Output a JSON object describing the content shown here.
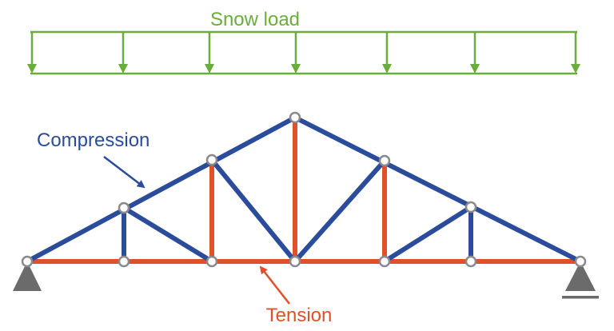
{
  "labels": {
    "snow_load": "Snow load",
    "compression": "Compression",
    "tension": "Tension"
  },
  "colors": {
    "load": "#6aad3d",
    "compression": "#2b4c9b",
    "tension": "#e0502a",
    "label_blue": "#2b4c9b",
    "label_red": "#e0502a",
    "support": "#6b6b6b",
    "node_fill": "#ffffff",
    "node_stroke": "#8a8a8a"
  },
  "diagram": {
    "load_arrow_count": 7,
    "supports": [
      "pinned",
      "roller"
    ],
    "member_types": [
      "compression",
      "tension"
    ]
  }
}
